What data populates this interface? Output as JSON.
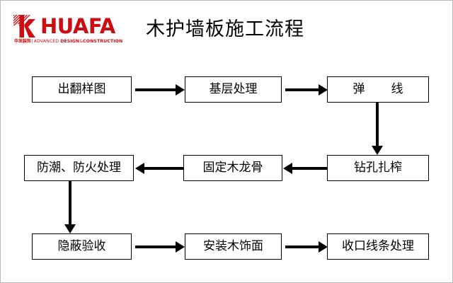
{
  "document": {
    "title": "木护墙板施工流程",
    "background_color": "#ffffff",
    "border_color": "#b9b9b9"
  },
  "brand": {
    "mark_letter": "K",
    "wordmark": "HUAFA",
    "tagline_cn": "华发装饰",
    "tagline_separator": "|",
    "tagline_en_1": "ADVANCED",
    "tagline_en_2": "DESIGN",
    "tagline_amp": "&",
    "tagline_en_3": "CONSTRUCTION",
    "color": "#cc0e12"
  },
  "flow": {
    "box_border_color": "#000000",
    "box_fill": "#ffffff",
    "arrow_color": "#000000",
    "nodes": [
      {
        "id": "n1",
        "label": "出翻样图",
        "row": 1,
        "col": 1
      },
      {
        "id": "n2",
        "label": "基层处理",
        "row": 1,
        "col": 2
      },
      {
        "id": "n3",
        "label": "弹　线",
        "row": 1,
        "col": 3
      },
      {
        "id": "n4",
        "label": "钻孔扎榨",
        "row": 2,
        "col": 3
      },
      {
        "id": "n5",
        "label": "固定木龙骨",
        "row": 2,
        "col": 2
      },
      {
        "id": "n6",
        "label": "防潮、防火处理",
        "row": 2,
        "col": 1
      },
      {
        "id": "n7",
        "label": "隐蔽验收",
        "row": 3,
        "col": 1
      },
      {
        "id": "n8",
        "label": "安装木饰面",
        "row": 3,
        "col": 2
      },
      {
        "id": "n9",
        "label": "收口线条处理",
        "row": 3,
        "col": 3
      }
    ],
    "edges": [
      {
        "from": "n1",
        "to": "n2",
        "direction": "right"
      },
      {
        "from": "n2",
        "to": "n3",
        "direction": "right"
      },
      {
        "from": "n3",
        "to": "n4",
        "direction": "down"
      },
      {
        "from": "n4",
        "to": "n5",
        "direction": "left"
      },
      {
        "from": "n5",
        "to": "n6",
        "direction": "left"
      },
      {
        "from": "n6",
        "to": "n7",
        "direction": "down"
      },
      {
        "from": "n7",
        "to": "n8",
        "direction": "right"
      },
      {
        "from": "n8",
        "to": "n9",
        "direction": "right"
      }
    ]
  }
}
